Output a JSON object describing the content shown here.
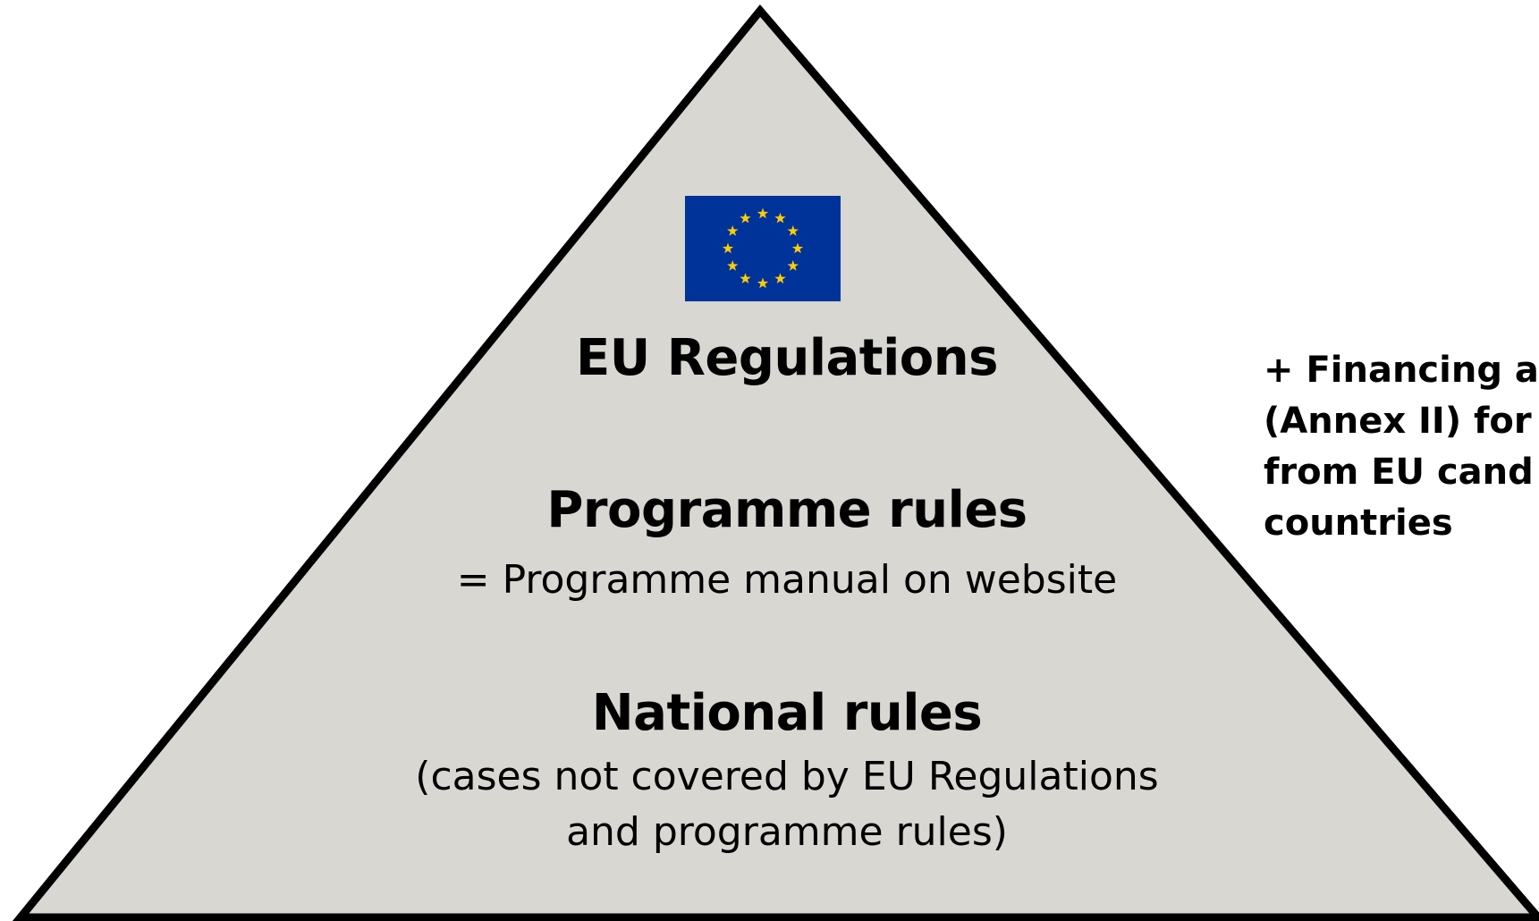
{
  "colors": {
    "pyramid_fill": "#d9d7d1",
    "pyramid_stroke": "#000000",
    "flag_blue": "#003399",
    "flag_star": "#ffcc00"
  },
  "flag": {
    "icon": "eu-flag-icon"
  },
  "levels": [
    {
      "title": "EU Regulations"
    },
    {
      "title": "Programme rules",
      "description": "= Programme manual on website"
    },
    {
      "title": "National rules",
      "description_lines": [
        "(cases not covered by EU Regulations",
        "and programme rules)"
      ]
    }
  ],
  "side_note": {
    "lines": [
      "+ Financing a",
      "(Annex II) for",
      "from EU cand",
      "countries"
    ]
  }
}
